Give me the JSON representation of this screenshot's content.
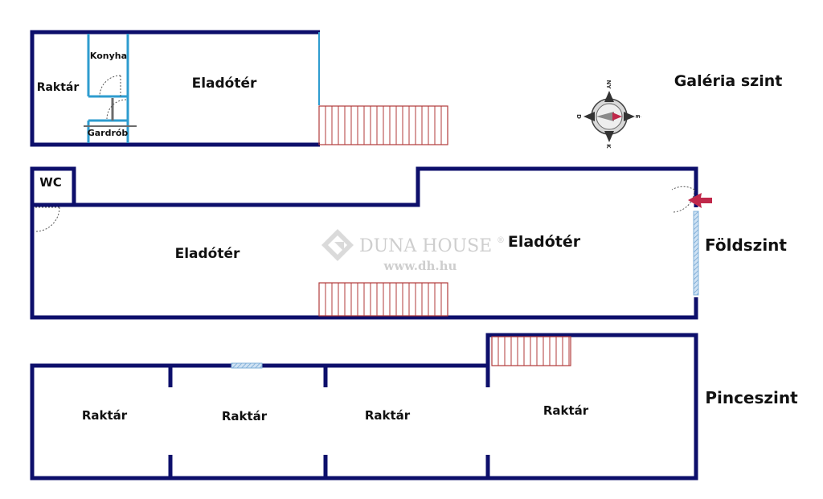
{
  "levels": {
    "gallery": "Galéria szint",
    "ground": "Földszint",
    "basement": "Pinceszint"
  },
  "rooms": {
    "gallery_storage": "Raktár",
    "gallery_kitchen": "Konyha",
    "gallery_sales": "Eladótér",
    "gallery_wardrobe": "Gardrób",
    "ground_wc": "WC",
    "ground_sales_left": "Eladótér",
    "ground_sales_right": "Eladótér",
    "basement_storage_1": "Raktár",
    "basement_storage_2": "Raktár",
    "basement_storage_3": "Raktár",
    "basement_storage_4": "Raktár"
  },
  "watermark": {
    "brand": "DUNA HOUSE",
    "reg": "®",
    "url": "www.dh.hu"
  },
  "compass": {
    "north": "NY",
    "east": "É",
    "south": "K",
    "west": "D"
  },
  "colors": {
    "wall": "#0d0f6b",
    "light_wall": "#2e9ccf",
    "stair": "#b03a3a",
    "window": "#9fc4e4",
    "entrance_arrow": "#c0284a"
  }
}
